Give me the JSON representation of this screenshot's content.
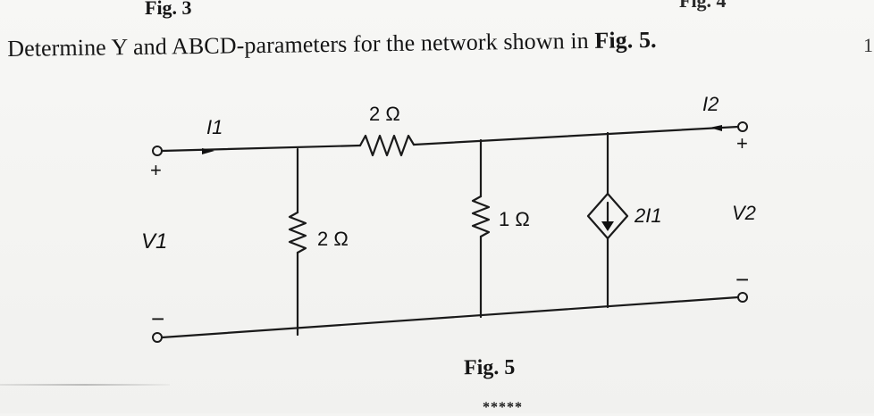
{
  "header": {
    "prev_fig_left": "Fig. 3",
    "prev_fig_right": "Fig. 4",
    "edge_mark": "1"
  },
  "question": {
    "text": "Determine Y and ABCD-parameters for the network shown in ",
    "fig_ref": "Fig. 5."
  },
  "circuit": {
    "current_in": "I1",
    "current_out": "I2",
    "series_resistor": "2 Ω",
    "shunt_resistor_left": "2 Ω",
    "shunt_resistor_mid": "1 Ω",
    "dependent_source": "2I1",
    "voltage_in": "V1",
    "voltage_out": "V2",
    "plus_sign": "+",
    "minus_sign": "−"
  },
  "caption": {
    "text": "Fig. 5",
    "separator": "*****"
  }
}
